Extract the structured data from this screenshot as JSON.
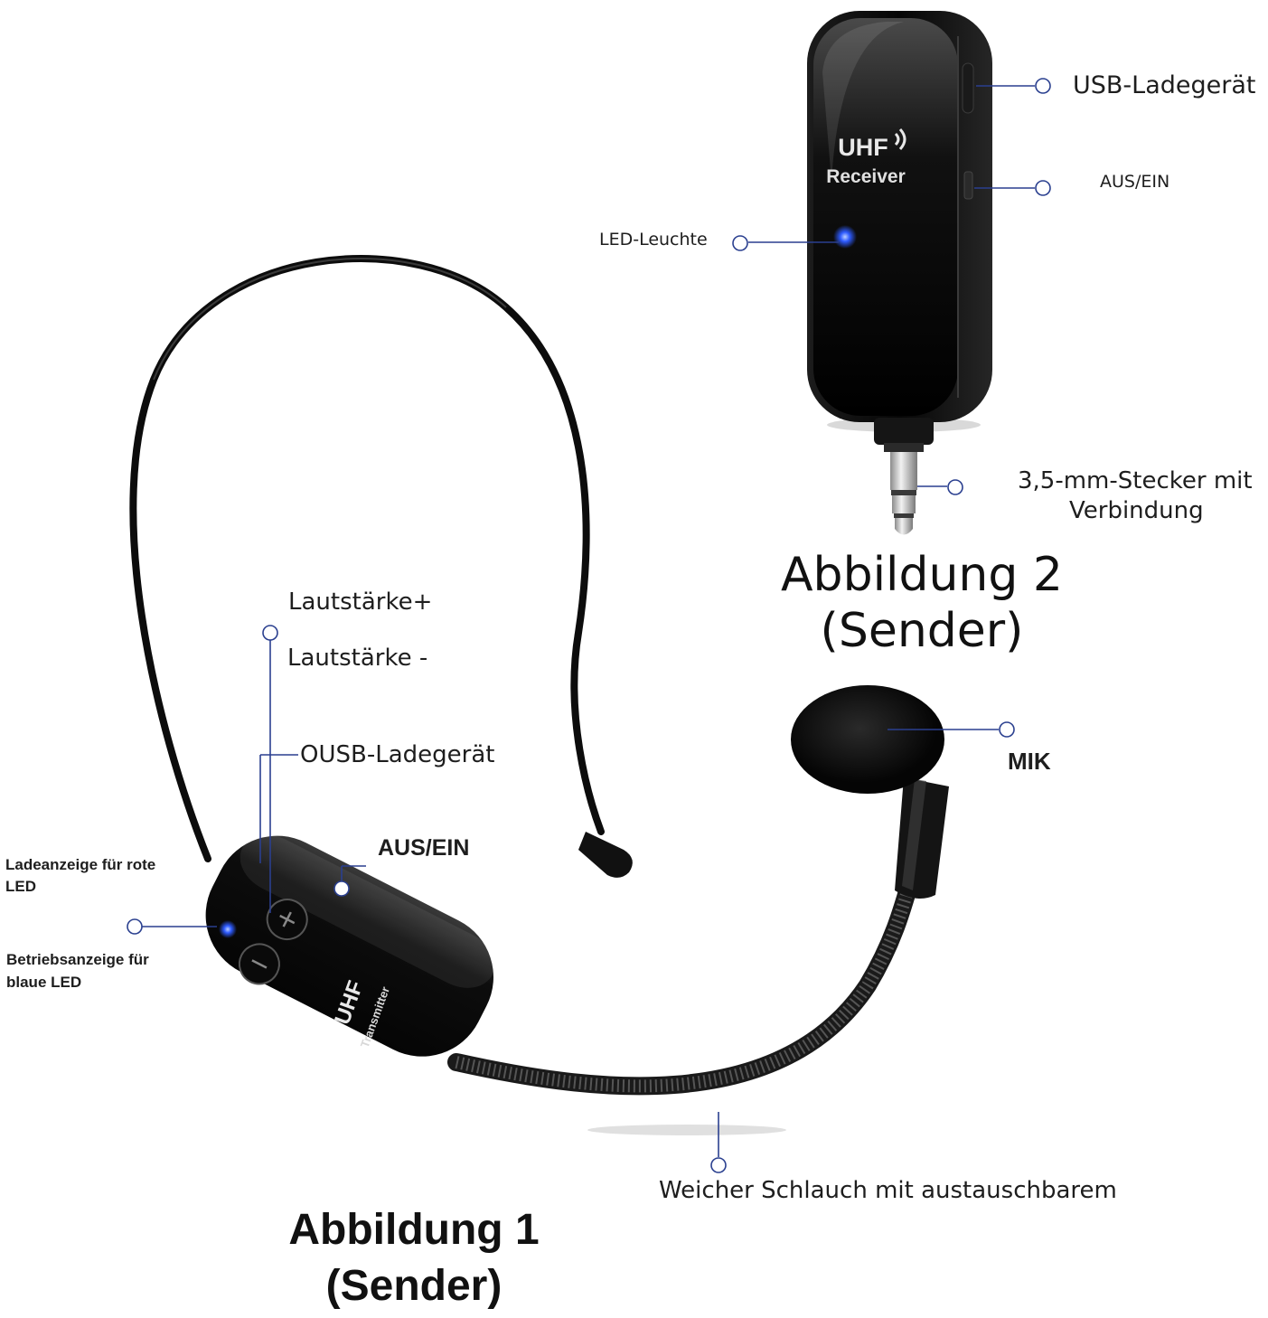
{
  "colors": {
    "callout": "#2a3f8f",
    "led": "#2e5bff",
    "device": "#101010"
  },
  "receiver": {
    "brand": "UHF",
    "model": "Receiver",
    "labels": {
      "usb": "USB-Ladegerät",
      "switch": "AUS/EIN",
      "led": "LED-Leuchte",
      "plug_line1": "3,5-mm-Stecker mit",
      "plug_line2": "Verbindung"
    },
    "figure_title": "Abbildung 2",
    "figure_subtitle": "(Sender)"
  },
  "transmitter": {
    "brand": "UHF",
    "model": "Transmitter",
    "labels": {
      "vol_up": "Lautstärke+",
      "vol_down": "Lautstärke -",
      "usb": "OUSB-Ladegerät",
      "switch": "AUS/EIN",
      "red_led_line1": "Ladeanzeige für rote",
      "red_led_line2": "LED",
      "blue_led_line1": "Betriebsanzeige für",
      "blue_led_line2": "blaue LED",
      "mic": "MIK",
      "hose": "Weicher Schlauch mit austauschbarem"
    },
    "figure_title": "Abbildung 1",
    "figure_subtitle": "(Sender)"
  }
}
